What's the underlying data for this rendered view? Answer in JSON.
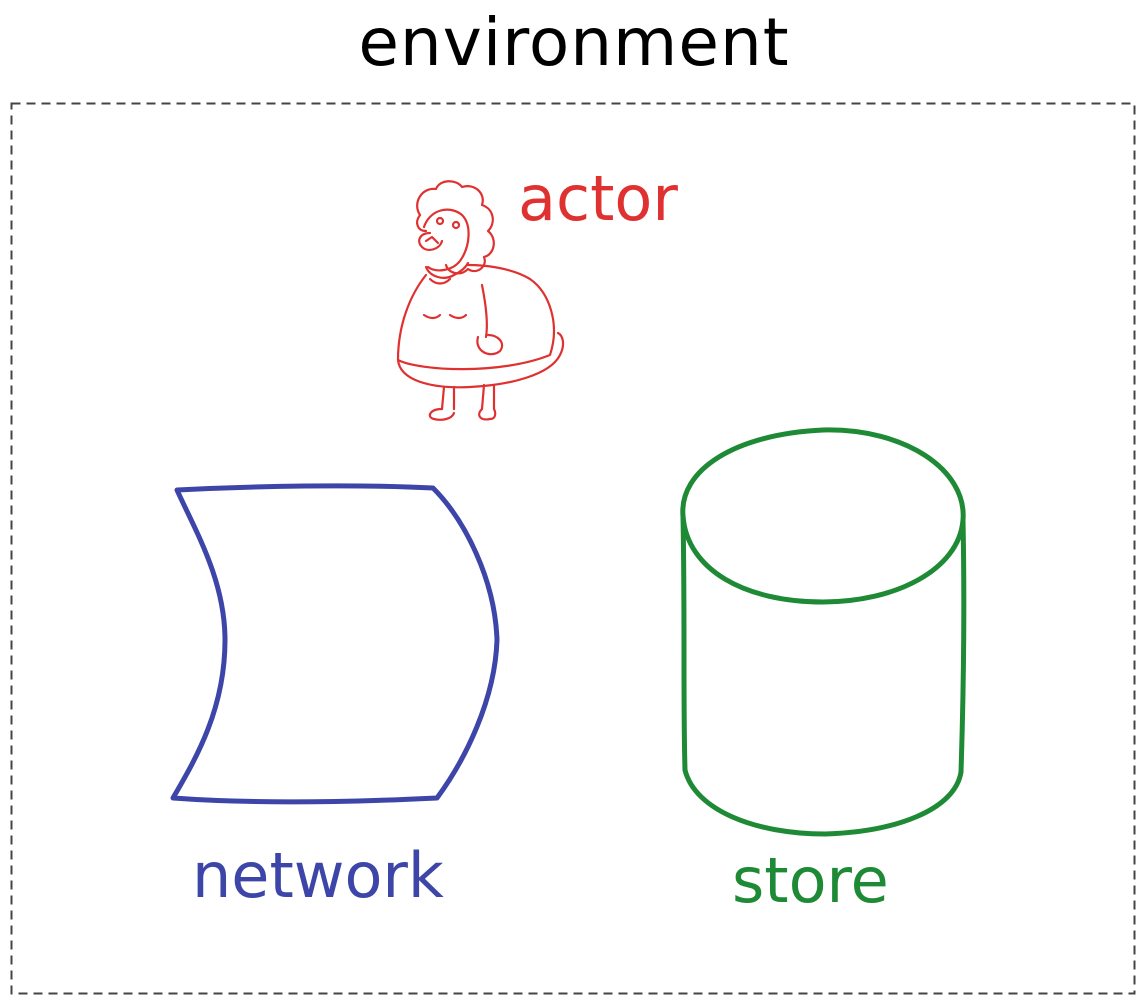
{
  "diagram": {
    "title": "environment",
    "nodes": [
      {
        "id": "actor",
        "label": "actor",
        "shape": "person-figure",
        "color": "#e03131"
      },
      {
        "id": "network",
        "label": "network",
        "shape": "curved-card",
        "color": "#3d46a8"
      },
      {
        "id": "store",
        "label": "store",
        "shape": "cylinder",
        "color": "#1f8a35"
      }
    ],
    "container": {
      "label": "environment",
      "border": "dashed",
      "color": "#444444"
    }
  }
}
